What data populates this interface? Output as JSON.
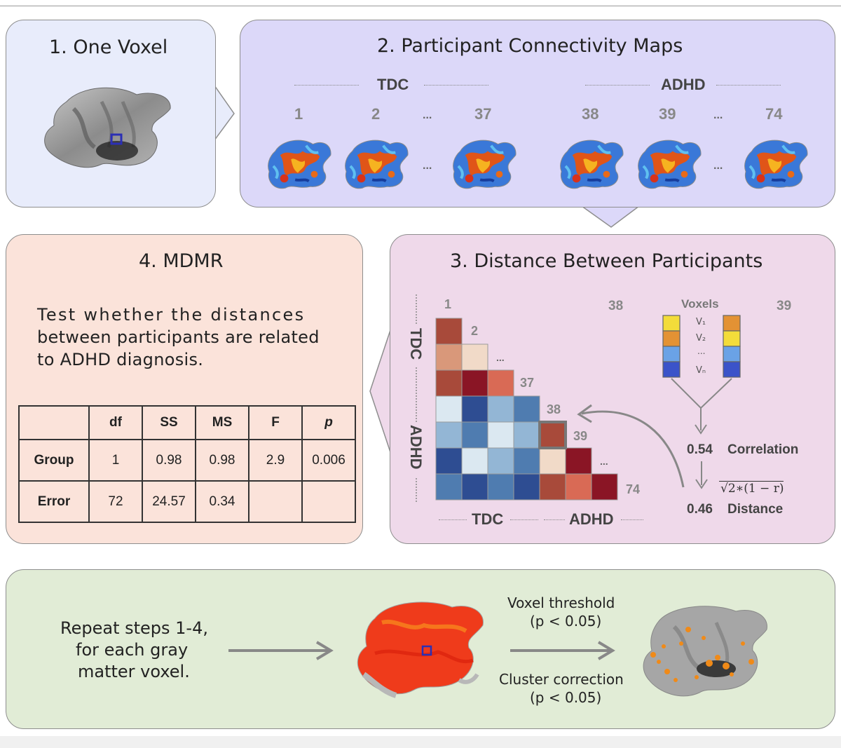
{
  "panel1": {
    "title": "1. One Voxel"
  },
  "panel2": {
    "title": "2. Participant Connectivity Maps",
    "groups": [
      "TDC",
      "ADHD"
    ],
    "participants": [
      "1",
      "2",
      "...",
      "37",
      "38",
      "39",
      "...",
      "74"
    ]
  },
  "panel3": {
    "title": "3. Distance Between Participants",
    "matrix_labels": [
      "1",
      "2",
      "...",
      "37",
      "38",
      "39",
      "...",
      "74"
    ],
    "axis_groups": [
      "TDC",
      "ADHD"
    ],
    "pair_left": "38",
    "pair_right": "39",
    "voxels_label": "Voxels",
    "voxel_labels": [
      "V₁",
      "V₂",
      "...",
      "Vₙ"
    ],
    "correlation_value": "0.54",
    "correlation_label": "Correlation",
    "formula": "√2∗(1 − r)",
    "distance_value": "0.46",
    "distance_label": "Distance",
    "colors": {
      "dark_red": "#8a1525",
      "red": "#a84a3a",
      "orange_red": "#d96a55",
      "peach": "#d9987a",
      "light_peach": "#f1dac8",
      "light_blue": "#dbe8f1",
      "mid_blue": "#93b6d5",
      "blue": "#4f7cb0",
      "dark_blue": "#2e4d92"
    }
  },
  "panel4": {
    "title": "4. MDMR",
    "description_lines": [
      "Test whether the distances",
      "between participants are related",
      "to ADHD diagnosis."
    ],
    "table": {
      "headers": [
        "",
        "df",
        "SS",
        "MS",
        "F",
        "p"
      ],
      "rows": [
        [
          "Group",
          "1",
          "0.98",
          "0.98",
          "2.9",
          "0.006"
        ],
        [
          "Error",
          "72",
          "24.57",
          "0.34",
          "",
          ""
        ]
      ]
    }
  },
  "panel5": {
    "repeat_lines": [
      "Repeat steps 1-4,",
      "for each gray",
      "matter voxel."
    ],
    "voxel_threshold_lines": [
      "Voxel threshold",
      "(p < 0.05)"
    ],
    "cluster_correction_lines": [
      "Cluster correction",
      "(p < 0.05)"
    ]
  }
}
